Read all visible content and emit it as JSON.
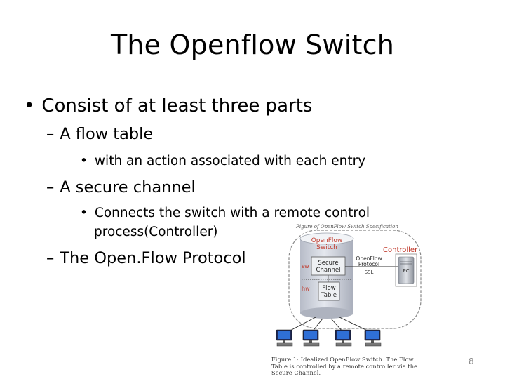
{
  "slide": {
    "title": "The Openflow Switch",
    "bullet_marker": "•",
    "dash_marker": "–",
    "level1": "Consist of at least three parts",
    "items": [
      {
        "label": "A flow table",
        "detail": "with an action associated with each entry"
      },
      {
        "label": "A secure channel",
        "detail": "Connects the switch with a remote control",
        "detail_cont": "process(Controller)"
      },
      {
        "label": "The Open.Flow Protocol"
      }
    ],
    "page_number": "8"
  },
  "figure": {
    "header": "Figure of OpenFlow Switch Specification",
    "switch_label_line1": "OpenFlow",
    "switch_label_line2": "Switch",
    "secure_channel_line1": "Secure",
    "secure_channel_line2": "Channel",
    "flow_table_line1": "Flow",
    "flow_table_line2": "Table",
    "sw_label": "sw",
    "hw_label": "hw",
    "protocol_line1": "OpenFlow",
    "protocol_line2": "Protocol",
    "ssl_label": "SSL",
    "controller_label": "Controller",
    "pc_label": "PC",
    "caption": "Figure 1: Idealized OpenFlow Switch. The Flow Table is controlled by a remote controller via the Secure Channel."
  },
  "colors": {
    "accent_red": "#c0392b",
    "cylinder_fill": "#d9dde6",
    "box_fill": "#e8eaee",
    "figure_border": "#8a8a8a"
  }
}
